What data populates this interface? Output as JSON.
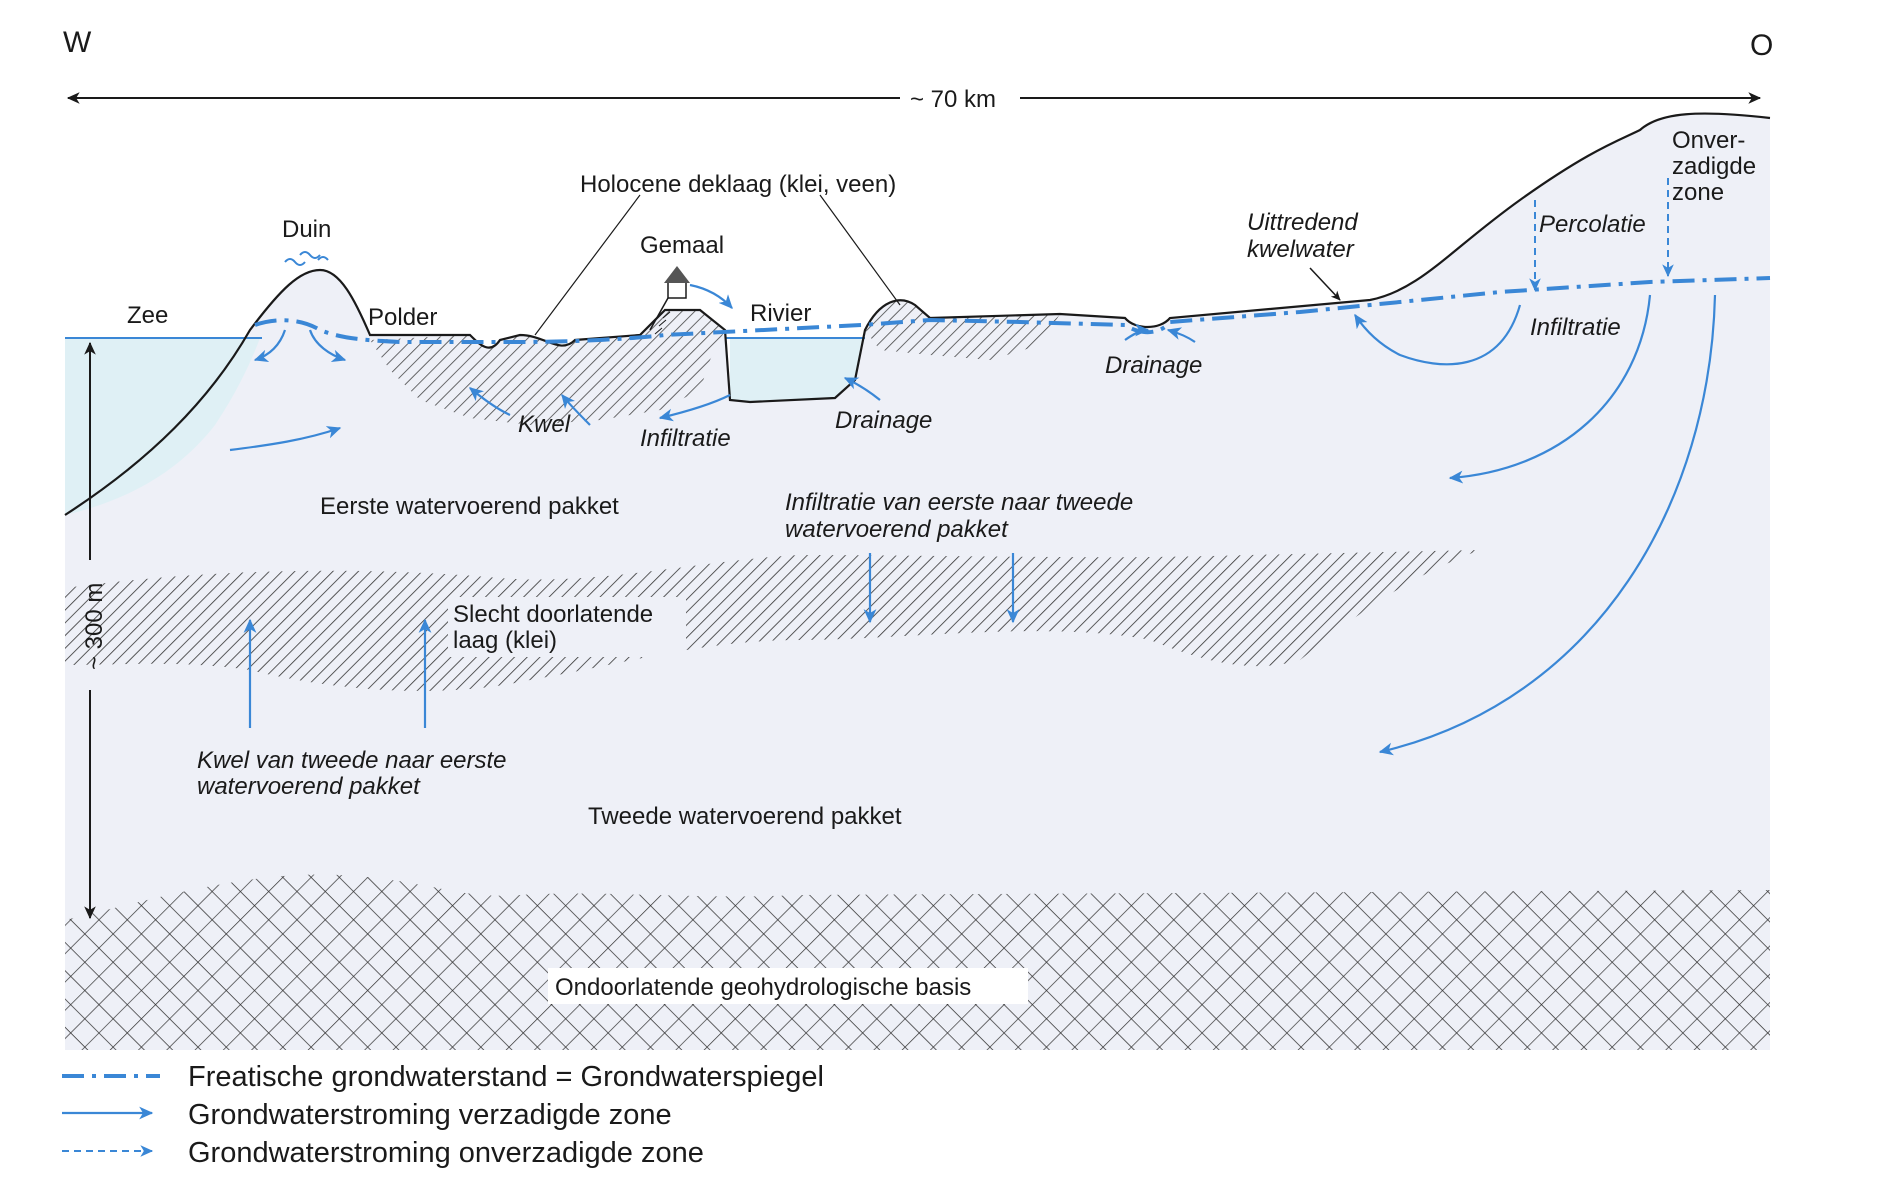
{
  "compass": {
    "west": "W",
    "east": "O"
  },
  "distance": "~ 70 km",
  "depth": "~ 300 m",
  "labels": {
    "zee": "Zee",
    "duin": "Duin",
    "polder": "Polder",
    "holocene": "Holocene deklaag (klei, veen)",
    "gemaal": "Gemaal",
    "rivier": "Rivier",
    "kwel": "Kwel",
    "infiltratie_rivier": "Infiltratie",
    "drainage_rivier": "Drainage",
    "drainage_oost": "Drainage",
    "uittredend_1": "Uittredend",
    "uittredend_2": "kwelwater",
    "percolatie": "Percolatie",
    "infiltratie_oost": "Infiltratie",
    "onverzadigd_1": "Onver-",
    "onverzadigd_2": "zadigde",
    "onverzadigd_3": "zone",
    "eerste_pakket": "Eerste watervoerend pakket",
    "infiltratie_tweede_1": "Infiltratie van eerste naar tweede",
    "infiltratie_tweede_2": "watervoerend pakket",
    "slecht_1": "Slecht doorlatende",
    "slecht_2": "laag (klei)",
    "kwel_tweede_1": "Kwel van tweede naar eerste",
    "kwel_tweede_2": "watervoerend pakket",
    "tweede_pakket": "Tweede watervoerend pakket",
    "basis": "Ondoorlatende geohydrologische basis"
  },
  "legend": [
    {
      "label": "Freatische grondwaterstand = Grondwaterspiegel"
    },
    {
      "label": "Grondwaterstroming verzadigde zone"
    },
    {
      "label": "Grondwaterstroming onverzadigde zone"
    }
  ],
  "colors": {
    "water_blue": "#3a87d6",
    "sea_fill": "#dff0f5",
    "ground_fill": "#eef0f7",
    "line_dark": "#1a1a1a"
  }
}
